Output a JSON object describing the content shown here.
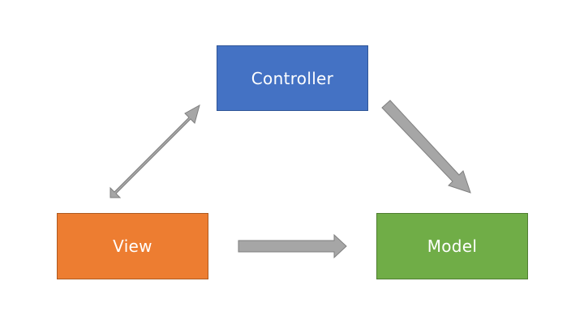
{
  "diagram": {
    "nodes": {
      "controller": {
        "label": "Controller",
        "color": "#4472c4"
      },
      "view": {
        "label": "View",
        "color": "#ed7d31"
      },
      "model": {
        "label": "Model",
        "color": "#70ad47"
      }
    },
    "arrow_color": "#a6a6a6",
    "arrow_stroke": "#7f7f7f",
    "edges": [
      {
        "from": "view",
        "to": "controller",
        "direction": "bidirectional"
      },
      {
        "from": "controller",
        "to": "model",
        "direction": "forward"
      },
      {
        "from": "view",
        "to": "model",
        "direction": "forward"
      }
    ]
  }
}
